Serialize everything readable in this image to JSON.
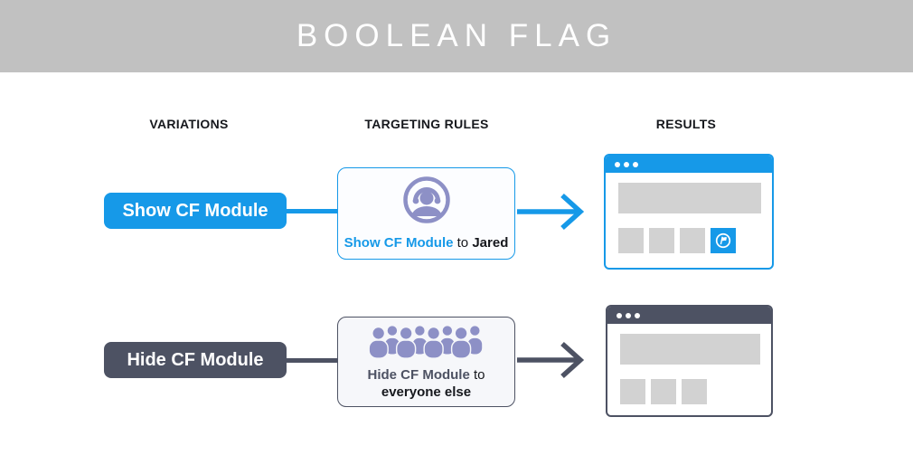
{
  "header": {
    "title": "BOOLEAN FLAG"
  },
  "columns": [
    {
      "label": "VARIATIONS"
    },
    {
      "label": "TARGETING RULES"
    },
    {
      "label": "RESULTS"
    }
  ],
  "rows": [
    {
      "variation_label": "Show CF Module",
      "rule": {
        "icon": "single-user-icon",
        "flag": "Show CF Module",
        "connector": "to",
        "audience": "Jared"
      },
      "result": {
        "window": "browser-mock",
        "cf_module_visible": true,
        "placeholder_squares": 3,
        "window_dots": 3
      }
    },
    {
      "variation_label": "Hide CF Module",
      "rule": {
        "icon": "crowd-icon",
        "flag": "Hide CF Module",
        "connector": "to",
        "audience": "everyone else"
      },
      "result": {
        "window": "browser-mock",
        "cf_module_visible": false,
        "placeholder_squares": 3,
        "window_dots": 3
      }
    }
  ],
  "colors": {
    "banner_bg": "#c1c1c1",
    "banner_text": "#ffffff",
    "blue": "#1699e8",
    "dark_slate": "#4d5263",
    "icon_purple": "#8d90c6",
    "placeholder_gray": "#d2d2d2",
    "heading_text": "#16181d"
  }
}
